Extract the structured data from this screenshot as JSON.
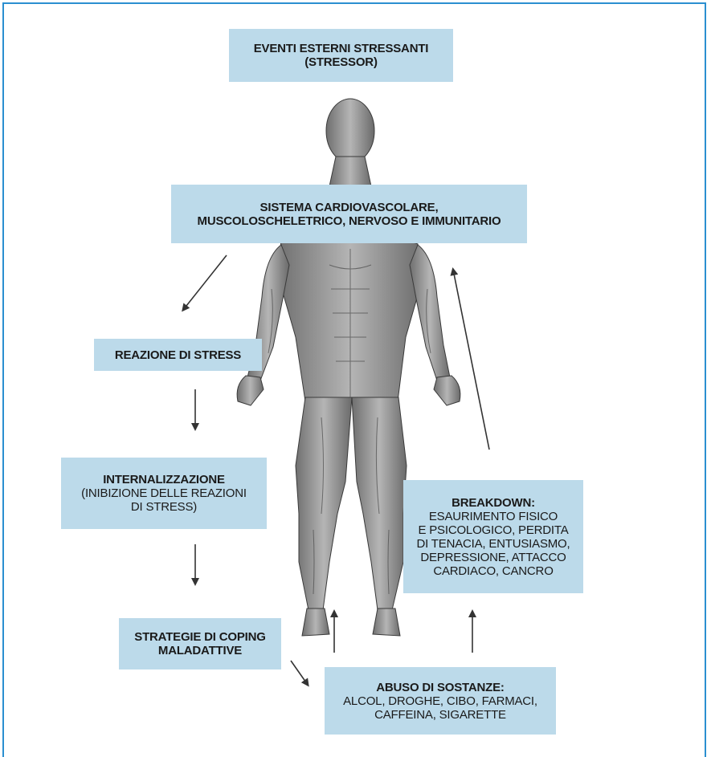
{
  "colors": {
    "box_fill": "#bcdaea",
    "frame": "#2b8fd0",
    "arrow": "#333333",
    "figure": "#8a8a8a"
  },
  "figure": {
    "icon": "human-muscle-anatomy-figure"
  },
  "boxes": {
    "stressor": {
      "line1": "EVENTI ESTERNI STRESSANTI",
      "line2": "(STRESSOR)"
    },
    "systems": {
      "line1": "SISTEMA CARDIOVASCOLARE,",
      "line2": "MUSCOLOSCHELETRICO, NERVOSO E IMMUNITARIO"
    },
    "reaction": {
      "line1": "REAZIONE DI STRESS"
    },
    "internalization": {
      "title": "INTERNALIZZAZIONE",
      "line2": "(INIBIZIONE DELLE REAZIONI",
      "line3": "DI STRESS)"
    },
    "coping": {
      "line1": "STRATEGIE DI COPING",
      "line2": "MALADATTIVE"
    },
    "abuse": {
      "title": "ABUSO DI SOSTANZE:",
      "line2": "ALCOL, DROGHE, CIBO, FARMACI,",
      "line3": "CAFFEINA, SIGARETTE"
    },
    "breakdown": {
      "title": "BREAKDOWN:",
      "line2": "ESAURIMENTO FISICO",
      "line3": "E PSICOLOGICO, PERDITA",
      "line4": "DI TENACIA, ENTUSIASMO,",
      "line5": "DEPRESSIONE, ATTACCO",
      "line6": "CARDIACO, CANCRO"
    }
  }
}
